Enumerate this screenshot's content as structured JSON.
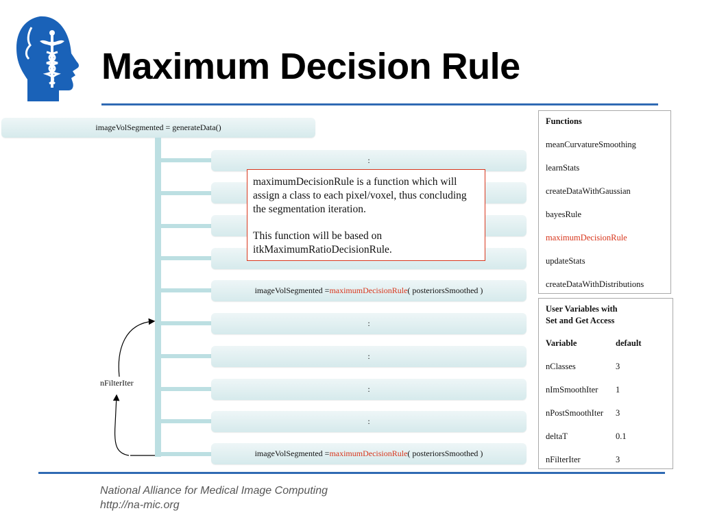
{
  "slide": {
    "title": "Maximum Decision Rule"
  },
  "flow": {
    "main_call": "imageVolSegmented = generateData()",
    "ellipsis": ":",
    "call_prefix": "imageVolSegmented = ",
    "call_function": "maximumDecisionRule",
    "call_suffix": "( posteriorsSmoothed )",
    "loop_label": "nFilterIter"
  },
  "callout": {
    "paragraph1": "maximumDecisionRule is a function which will assign a class to each pixel/voxel, thus concluding the segmentation iteration.",
    "paragraph2": "This function will be based on itkMaximumRatioDecisionRule."
  },
  "functions_panel": {
    "heading": "Functions",
    "items": [
      "meanCurvatureSmoothing",
      "learnStats",
      "createDataWithGaussian",
      "bayesRule",
      "maximumDecisionRule",
      "updateStats",
      "createDataWithDistributions"
    ],
    "active_item": "maximumDecisionRule"
  },
  "variables_panel": {
    "heading_line1": "User Variables with",
    "heading_line2": "Set and Get Access",
    "col_variable": "Variable",
    "col_default": "default",
    "rows": [
      {
        "name": "nClasses",
        "value": "3"
      },
      {
        "name": "nImSmoothIter",
        "value": "1"
      },
      {
        "name": "nPostSmoothIter",
        "value": "3"
      },
      {
        "name": "deltaT",
        "value": "0.1"
      },
      {
        "name": "nFilterIter",
        "value": "3"
      }
    ]
  },
  "footer": {
    "org": "National Alliance for Medical Image Computing",
    "url": "http://na-mic.org"
  },
  "colors": {
    "accent_red": "#d8361c",
    "rule_blue": "#2f6ab3",
    "logo_blue": "#1a62b8",
    "connector": "#bcdfe2"
  },
  "icons": {
    "logo": "head-caduceus-logo-icon"
  }
}
